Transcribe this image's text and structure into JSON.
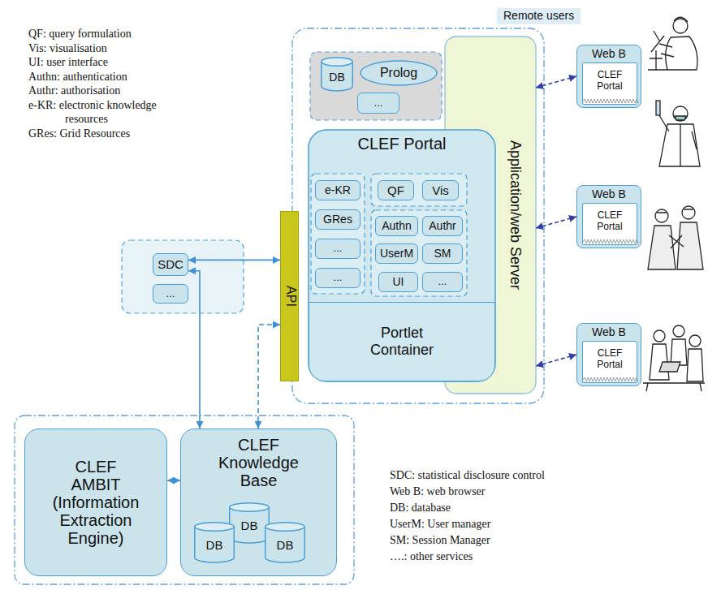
{
  "diagram": {
    "nodes": [
      {
        "text": [
          "API"
        ]
      },
      {
        "text": [
          "SDC"
        ]
      },
      {
        "text": [
          "..."
        ]
      },
      {
        "text": [
          "DB"
        ]
      },
      {
        "text": [
          "Prolog"
        ]
      },
      {
        "text": [
          "..."
        ]
      },
      {
        "text": [
          "Application/web Server"
        ]
      },
      {
        "text": [
          "CLEF Portal"
        ]
      },
      {
        "text": [
          "e-KR"
        ],
        "in": 7
      },
      {
        "text": [
          "GRes"
        ],
        "in": 7
      },
      {
        "text": [
          "..."
        ],
        "in": 7
      },
      {
        "text": [
          "..."
        ],
        "in": 7
      },
      {
        "text": [
          "QF"
        ],
        "in": 7
      },
      {
        "text": [
          "Vis"
        ],
        "in": 7
      },
      {
        "text": [
          "Authn"
        ],
        "in": 7
      },
      {
        "text": [
          "Authr"
        ],
        "in": 7
      },
      {
        "text": [
          "UserM"
        ],
        "in": 7
      },
      {
        "text": [
          "SM"
        ],
        "in": 7
      },
      {
        "text": [
          "UI"
        ],
        "in": 7
      },
      {
        "text": [
          "..."
        ],
        "in": 7
      },
      {
        "text": [
          "Portlet Container"
        ],
        "in": 7
      },
      {
        "text": [
          "Web B"
        ]
      },
      {
        "text": [
          "CLEF Portal"
        ],
        "in": 21
      },
      {
        "text": [
          "Web B"
        ]
      },
      {
        "text": [
          "CLEF Portal"
        ],
        "in": 23
      },
      {
        "text": [
          "Web B"
        ]
      },
      {
        "text": [
          "CLEF Portal"
        ],
        "in": 25
      },
      {
        "text": [
          "CLEF AMBIT (Information Extraction Engine)"
        ]
      },
      {
        "text": [
          "CLEF Knowledge Base"
        ]
      },
      {
        "text": [
          "DB"
        ],
        "in": 28
      },
      {
        "text": [
          "DB"
        ],
        "in": 28
      },
      {
        "text": [
          "DB"
        ],
        "in": 28
      }
    ],
    "edges": [
      {
        "from": 1,
        "to": 0,
        "arrow": "both"
      },
      {
        "from": 1,
        "to": 28,
        "arrow": "both"
      },
      {
        "from": 0,
        "to": 28,
        "arrow": "both"
      },
      {
        "from": 27,
        "to": 28,
        "arrow": "both"
      },
      {
        "from": 6,
        "to": 21,
        "arrow": "both"
      },
      {
        "from": 6,
        "to": 23,
        "arrow": "both"
      },
      {
        "from": 6,
        "to": 25,
        "arrow": "both"
      }
    ],
    "labels": [
      "Remote users",
      "QF: query formulation",
      "Vis: visualisation",
      "UI: user interface",
      "Authn: authentication",
      "Authr: authorisation",
      "e-KR: electronic knowledge resources",
      "GRes: Grid Resources",
      "SDC: statistical disclosure control",
      "Web B: web browser",
      "DB: database",
      "UserM: User manager",
      "SM: Session Manager",
      "….: other services"
    ]
  }
}
